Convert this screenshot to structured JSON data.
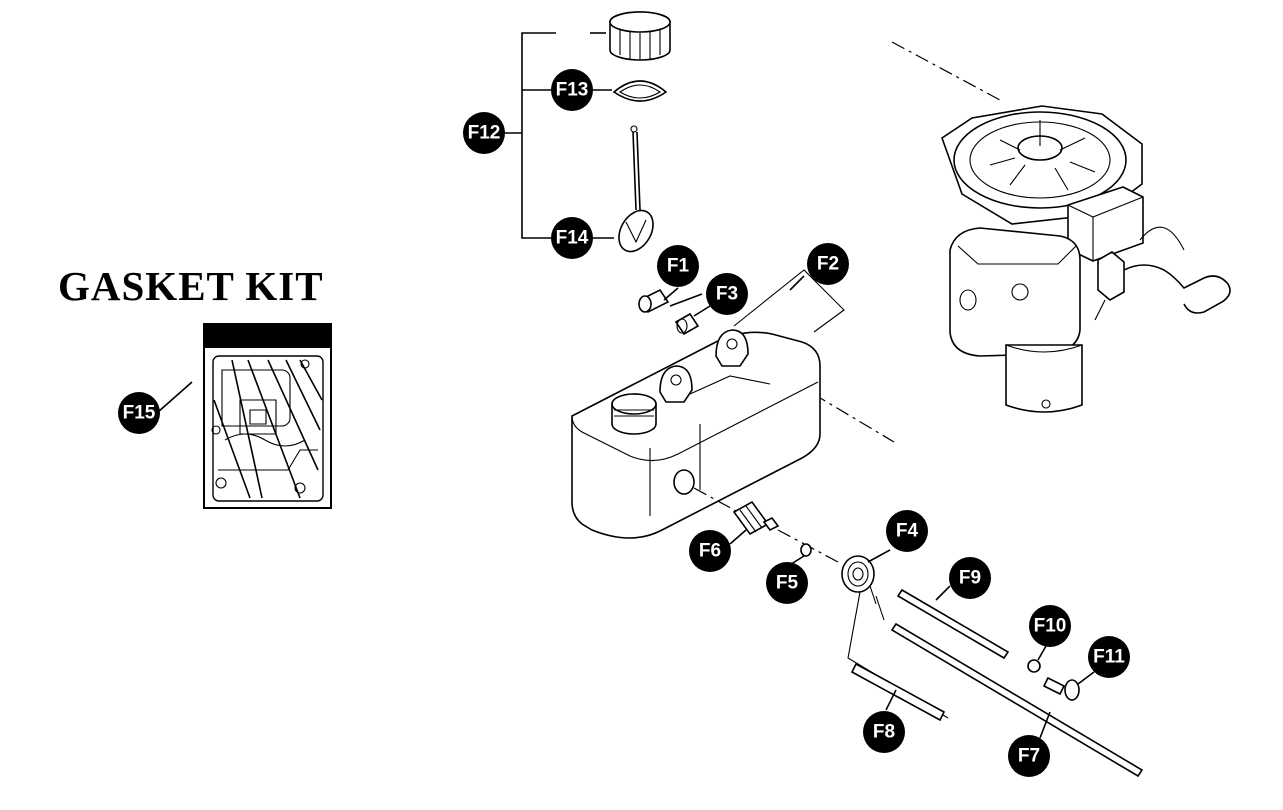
{
  "heading": "GASKET KIT",
  "callouts": {
    "f1": "F1",
    "f2": "F2",
    "f3": "F3",
    "f4": "F4",
    "f5": "F5",
    "f6": "F6",
    "f7": "F7",
    "f8": "F8",
    "f9": "F9",
    "f10": "F10",
    "f11": "F11",
    "f12": "F12",
    "f13": "F13",
    "f14": "F14",
    "f15": "F15"
  },
  "colors": {
    "ink": "#000000",
    "paper": "#ffffff",
    "callout_fill": "#000000",
    "callout_text": "#ffffff"
  }
}
